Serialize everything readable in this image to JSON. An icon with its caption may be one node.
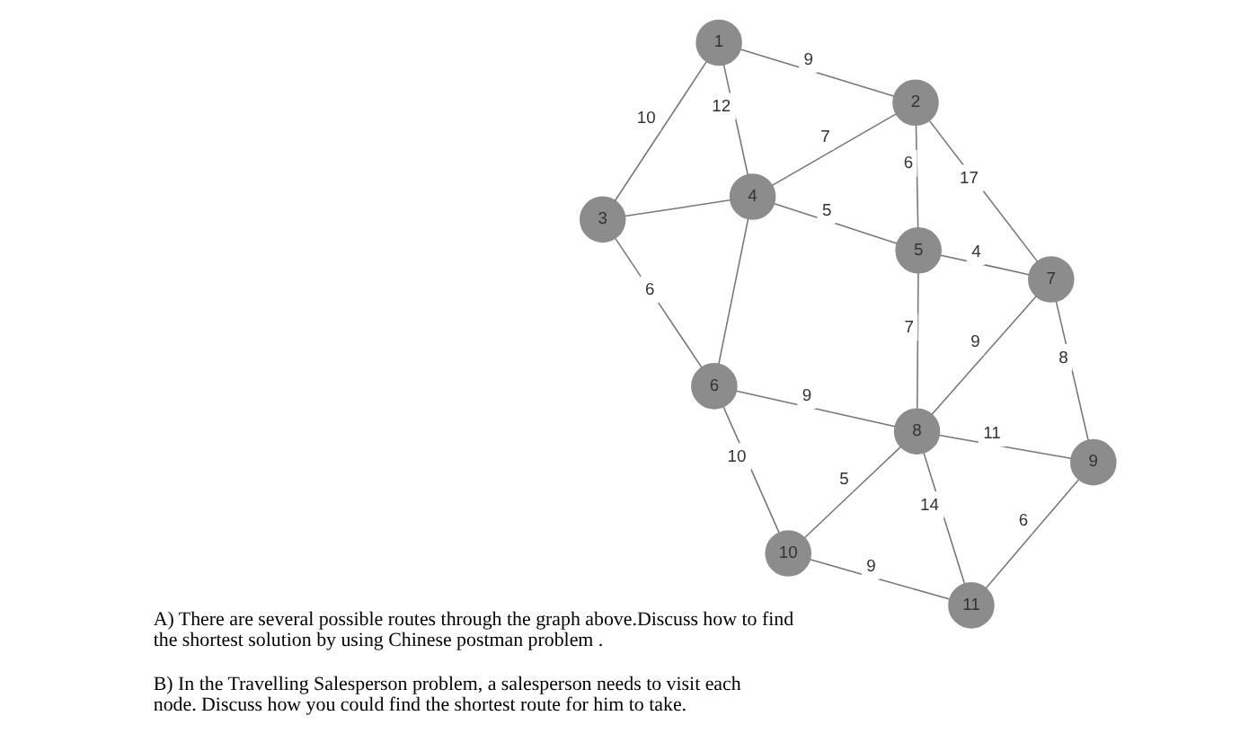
{
  "diagram": {
    "nodes": [
      {
        "text": [
          "1"
        ]
      },
      {
        "text": [
          "2"
        ]
      },
      {
        "text": [
          "3"
        ]
      },
      {
        "text": [
          "4"
        ]
      },
      {
        "text": [
          "5"
        ]
      },
      {
        "text": [
          "6"
        ]
      },
      {
        "text": [
          "7"
        ]
      },
      {
        "text": [
          "8"
        ]
      },
      {
        "text": [
          "9"
        ]
      },
      {
        "text": [
          "10"
        ]
      },
      {
        "text": [
          "11"
        ]
      }
    ],
    "edges": [
      {
        "from": 0,
        "to": 1,
        "arrow": "none",
        "label": "9"
      },
      {
        "from": 0,
        "to": 3,
        "arrow": "none",
        "label": "12"
      },
      {
        "from": 0,
        "to": 2,
        "arrow": "none",
        "label": "10"
      },
      {
        "from": 1,
        "to": 6,
        "arrow": "none",
        "label": "17"
      },
      {
        "from": 1,
        "to": 4,
        "arrow": "none",
        "label": "6"
      },
      {
        "from": 1,
        "to": 3,
        "arrow": "none",
        "label": "7"
      },
      {
        "from": 3,
        "to": 4,
        "arrow": "none",
        "label": "5"
      },
      {
        "from": 4,
        "to": 6,
        "arrow": "none",
        "label": "4"
      },
      {
        "from": 6,
        "to": 7,
        "arrow": "none",
        "label": "9"
      },
      {
        "from": 6,
        "to": 8,
        "arrow": "none",
        "label": "8"
      },
      {
        "from": 4,
        "to": 7,
        "arrow": "none",
        "label": "7"
      },
      {
        "from": 8,
        "to": 7,
        "arrow": "none",
        "label": "11"
      },
      {
        "from": 8,
        "to": 10,
        "arrow": "none",
        "label": "6"
      },
      {
        "from": 7,
        "to": 10,
        "arrow": "none",
        "label": "14"
      },
      {
        "from": 3,
        "to": 2,
        "arrow": "none"
      },
      {
        "from": 3,
        "to": 5,
        "arrow": "none"
      },
      {
        "from": 2,
        "to": 5,
        "arrow": "none",
        "label": "6"
      },
      {
        "from": 5,
        "to": 7,
        "arrow": "none",
        "label": "9"
      },
      {
        "from": 7,
        "to": 9,
        "arrow": "none",
        "label": "5"
      },
      {
        "from": 5,
        "to": 9,
        "arrow": "none",
        "label": "10"
      },
      {
        "from": 9,
        "to": 10,
        "arrow": "none",
        "label": "9"
      }
    ],
    "labels": [
      "A) There are several possible routes through the graph above.Discuss how to find the shortest solution by using Chinese postman problem .",
      "B) In the Travelling Salesperson problem, a salesperson needs to visit each node. Discuss how you could find the shortest route for him to take."
    ]
  }
}
